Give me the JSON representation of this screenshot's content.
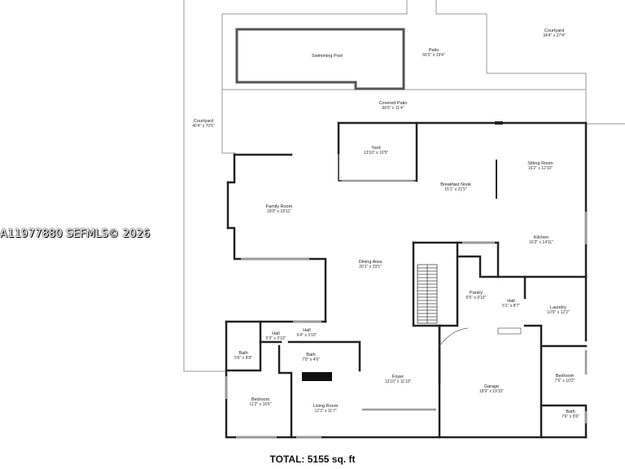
{
  "total": "TOTAL: 5155 sq. ft",
  "watermark": "A11977880  SEFMLS© 2026",
  "rooms": {
    "courtyard_top": {
      "name": "Courtyard",
      "dim": "34'4\" x 27'4\""
    },
    "patio": {
      "name": "Patio",
      "dim": "66'5\" x 19'4\""
    },
    "pool": {
      "name": "Swimming Pool"
    },
    "covered_patio": {
      "name": "Covered Patio",
      "dim": "66'5\" x 11'4\""
    },
    "courtyard_left": {
      "name": "Courtyard",
      "dim": "40'4\" x 70'5\""
    },
    "yard": {
      "name": "Yard",
      "dim": "13'10\" x 10'5\""
    },
    "breakfast": {
      "name": "Breakfast Nook",
      "dim": "15'1\" x 21'5\""
    },
    "sitting": {
      "name": "Sitting Room",
      "dim": "16'2\" x 12'10\""
    },
    "family": {
      "name": "Family Room",
      "dim": "18'0\" x 18'11\""
    },
    "kitchen": {
      "name": "Kitchen",
      "dim": "16'2\" x 14'11\""
    },
    "dining": {
      "name": "Dining Area",
      "dim": "20'1\" x 29'5\""
    },
    "pantry": {
      "name": "Pantry",
      "dim": "6'5\" x 9'10\""
    },
    "hall_small": {
      "name": "Hall",
      "dim": "5'1\" x 8'7\""
    },
    "laundry": {
      "name": "Laundry",
      "dim": "10'9\" x 12'2\""
    },
    "hall_a": {
      "name": "Hall",
      "dim": "5'3\" x 3'10\""
    },
    "hall_b": {
      "name": "Hall",
      "dim": "6'4\" x 3'10\""
    },
    "bath_left": {
      "name": "Bath",
      "dim": "5'6\" x 8'8\""
    },
    "bath_mid": {
      "name": "Bath",
      "dim": "7'0\" x 4'6\""
    },
    "foyer": {
      "name": "Foyer",
      "dim": "13'10\" x 11'10\""
    },
    "garage": {
      "name": "Garage",
      "dim": "18'9\" x 19'10\""
    },
    "bedroom_right": {
      "name": "Bedroom",
      "dim": "7'6\" x 10'2\""
    },
    "bedroom_left": {
      "name": "Bedroom",
      "dim": "11'2\" x 16'6\""
    },
    "living": {
      "name": "Living Room",
      "dim": "12'3\" x 11'7\""
    },
    "bath_right": {
      "name": "Bath",
      "dim": "7'6\" x 5'6\""
    }
  }
}
